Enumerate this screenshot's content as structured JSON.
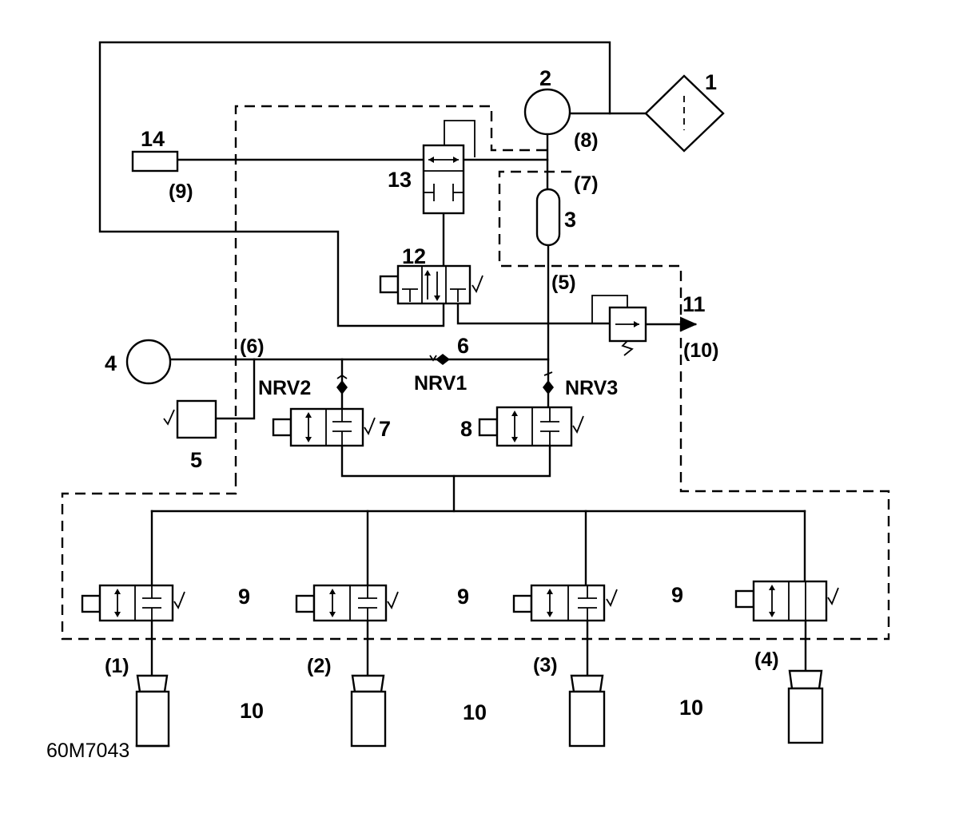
{
  "figure_code": "60M7043",
  "components": {
    "filter": "1",
    "pump": "2",
    "accumulator_3": "3",
    "reservoir_4": "4",
    "sensor_5": "5",
    "nrv_junction": "6",
    "valve_7": "7",
    "valve_8": "8",
    "valve_9a": "9",
    "valve_9b": "9",
    "valve_9c": "9",
    "cylinder_10a": "10",
    "cylinder_10b": "10",
    "cylinder_10c": "10",
    "relief_valve": "11",
    "valve_12": "12",
    "valve_13": "13",
    "device_14": "14"
  },
  "check_valves": {
    "nrv1": "NRV1",
    "nrv2": "NRV2",
    "nrv3": "NRV3"
  },
  "ports": {
    "p1": "(1)",
    "p2": "(2)",
    "p3": "(3)",
    "p4": "(4)",
    "p5": "(5)",
    "p6": "(6)",
    "p7": "(7)",
    "p8": "(8)",
    "p9": "(9)",
    "p10": "(10)"
  }
}
